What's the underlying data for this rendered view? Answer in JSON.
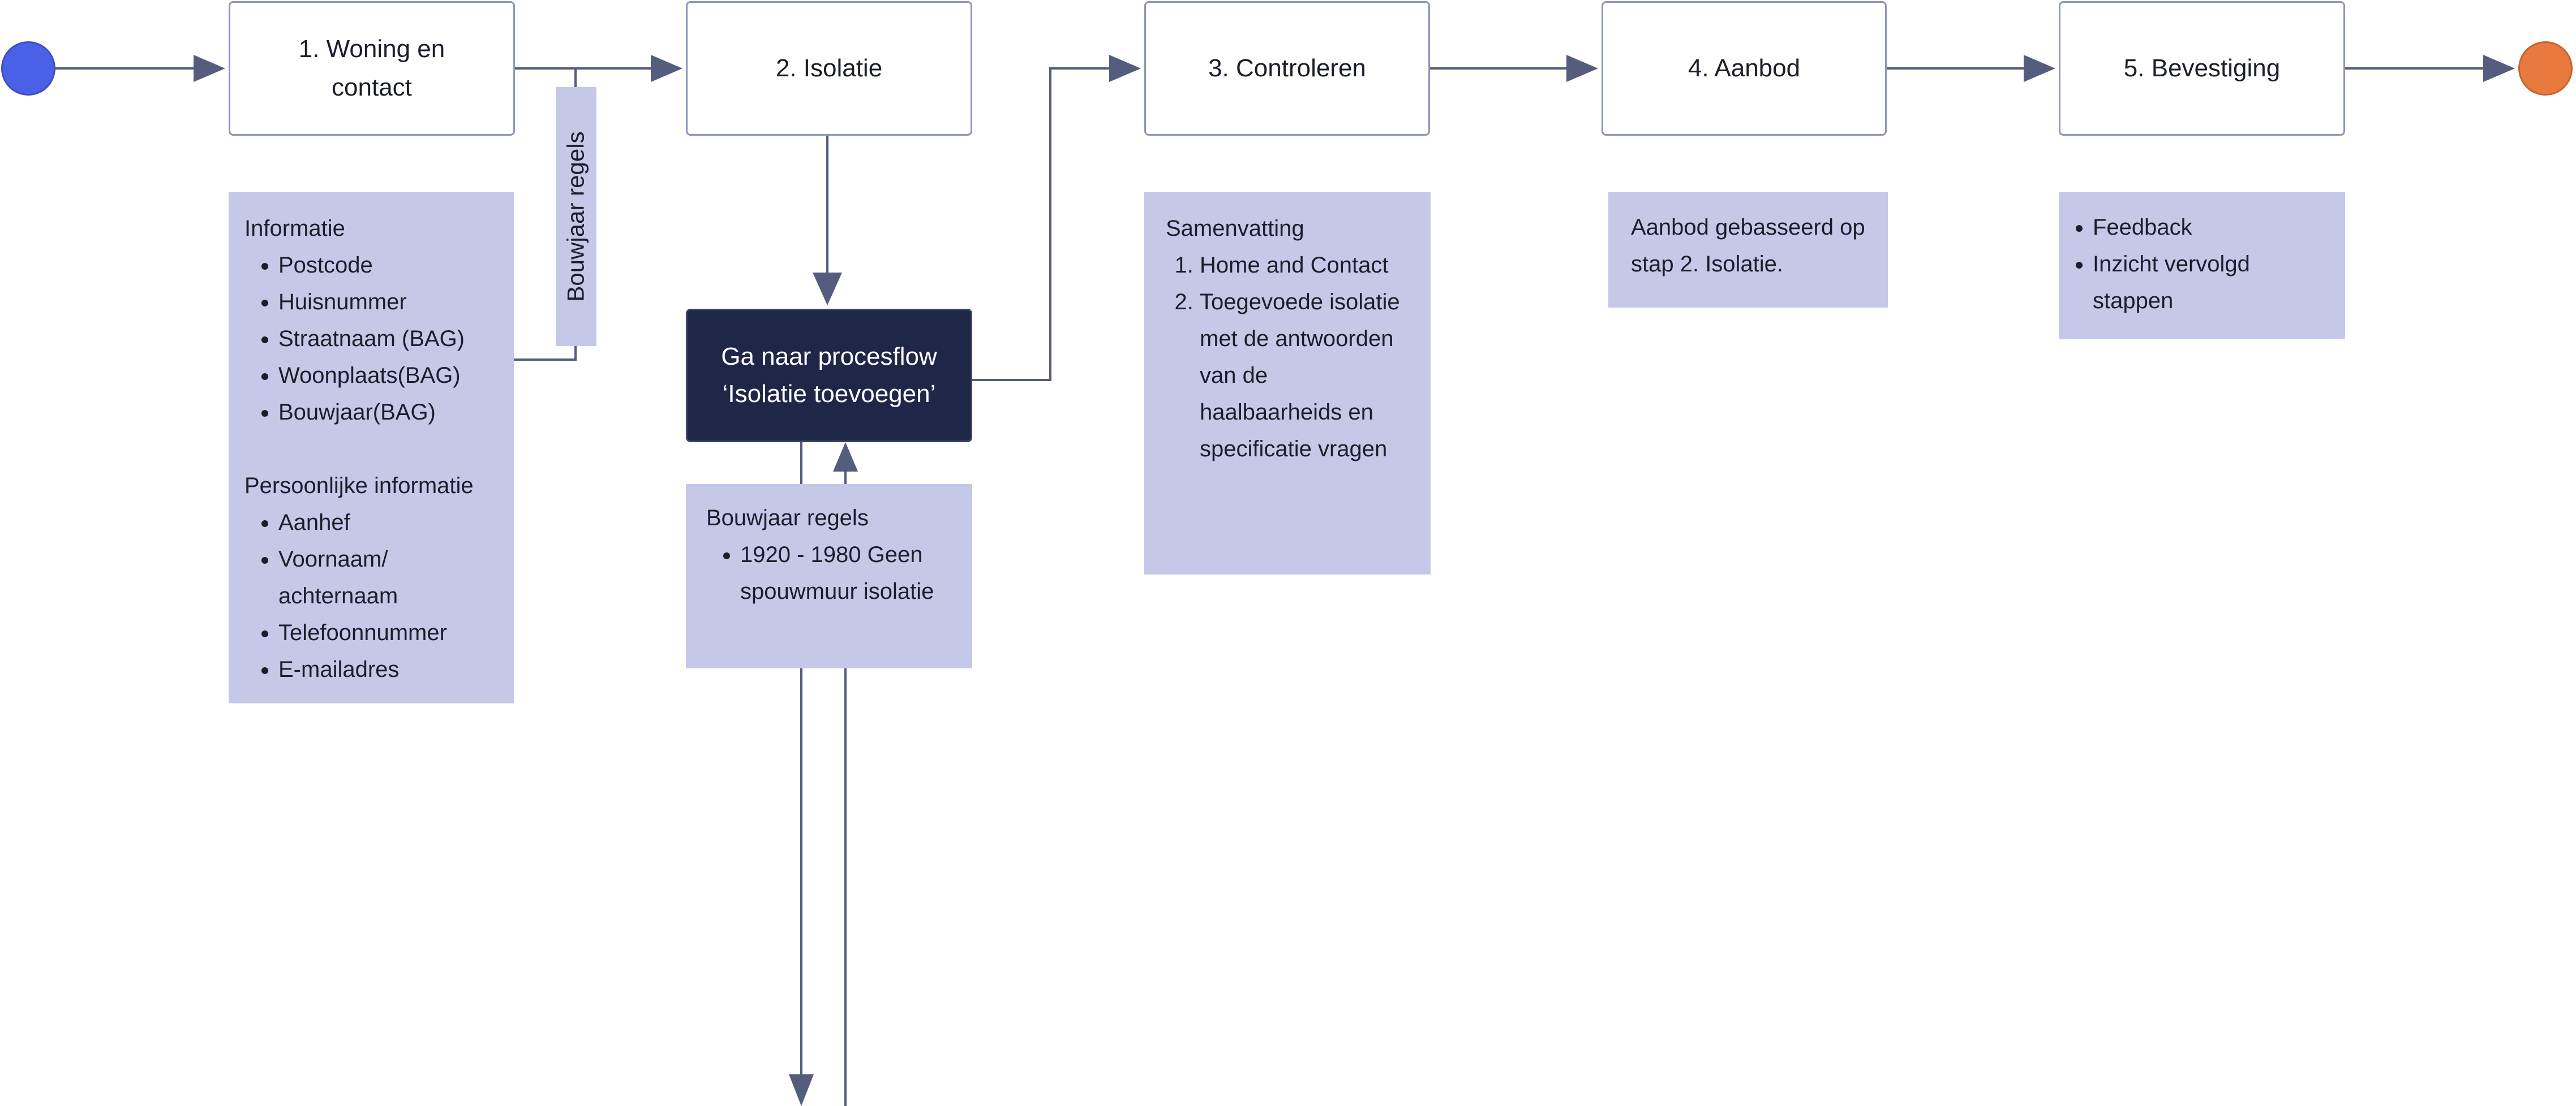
{
  "colors": {
    "start": "#4a60e6",
    "end": "#e8793e",
    "connector": "#555d7e",
    "note_bg": "#c5c9e7",
    "dark_node": "#1f2749"
  },
  "steps": {
    "woning_line1": "1. Woning en",
    "woning_line2": "contact",
    "isolatie": "2. Isolatie",
    "controleren": "3. Controleren",
    "aanbod": "4. Aanbod",
    "bevestiging": "5. Bevestiging"
  },
  "subflow": {
    "line1": "Ga naar procesflow",
    "line2": "‘Isolatie toevoegen’"
  },
  "side_label": "Bouwjaar regels",
  "notes": {
    "woning": {
      "section1_title": "Informatie",
      "section1_items": [
        "Postcode",
        "Huisnummer",
        "Straatnaam (BAG)",
        "Woonplaats(BAG)",
        "Bouwjaar(BAG)"
      ],
      "section2_title": "Persoonlijke informatie",
      "section2_items": [
        "Aanhef",
        "Voornaam/ achternaam",
        "Telefoonnummer",
        "E-mailadres"
      ]
    },
    "bouwjaar": {
      "title": "Bouwjaar regels",
      "items": [
        "1920 - 1980 Geen spouwmuur isolatie"
      ]
    },
    "controleren": {
      "title": "Samenvatting",
      "items": [
        "Home and Contact",
        "Toegevoede isolatie met de antwoorden van de haalbaarheids en specificatie vragen"
      ]
    },
    "aanbod": {
      "text": "Aanbod gebasseerd op stap 2. Isolatie."
    },
    "bevestiging": {
      "items": [
        "Feedback",
        "Inzicht vervolgd stappen"
      ]
    }
  }
}
